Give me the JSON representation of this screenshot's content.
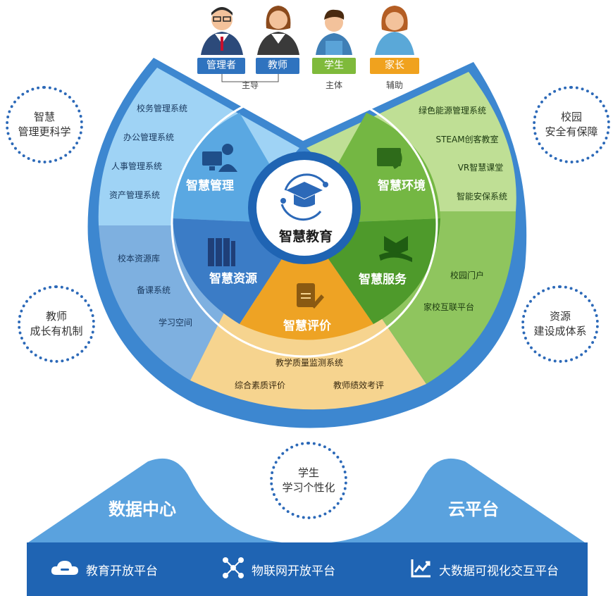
{
  "roles": [
    {
      "label": "管理者",
      "color": "#2f73bf"
    },
    {
      "label": "教师",
      "color": "#2f73bf"
    },
    {
      "label": "学生",
      "color": "#7fba3b"
    },
    {
      "label": "家长",
      "color": "#f0a21e"
    }
  ],
  "role_notes": {
    "leader": "主导",
    "main": "主体",
    "assist": "辅助"
  },
  "center": {
    "title": "智慧教育"
  },
  "segments": {
    "management": {
      "title": "智慧管理",
      "items": [
        "校务管理系统",
        "办公管理系统",
        "人事管理系统",
        "资产管理系统"
      ]
    },
    "resources": {
      "title": "智慧资源",
      "items": [
        "校本资源库",
        "备课系统",
        "学习空间"
      ]
    },
    "evaluation": {
      "title": "智慧评价",
      "items": [
        "教学质量监测系统",
        "综合素质评价",
        "教师绩效考评"
      ]
    },
    "service": {
      "title": "智慧服务",
      "items": [
        "校园门户",
        "家校互联平台"
      ]
    },
    "environment": {
      "title": "智慧环境",
      "items": [
        "绿色能源管理系统",
        "STEAM创客教室",
        "VR智慧课堂",
        "智能安保系统"
      ]
    }
  },
  "bubbles": {
    "top_left": [
      "智慧",
      "管理更科学"
    ],
    "mid_left": [
      "教师",
      "成长有机制"
    ],
    "top_right": [
      "校园",
      "安全有保障"
    ],
    "mid_right": [
      "资源",
      "建设成体系"
    ],
    "bottom": [
      "学生",
      "学习个性化"
    ]
  },
  "bottom": {
    "left_title": "数据中心",
    "right_title": "云平台",
    "platforms": [
      {
        "label": "教育开放平台",
        "icon": "cloud-icon"
      },
      {
        "label": "物联网开放平台",
        "icon": "network-icon"
      },
      {
        "label": "大数据可视化交互平台",
        "icon": "chart-icon"
      }
    ]
  },
  "colors": {
    "blue_dark": "#2c69b8",
    "blue": "#4a8fd6",
    "blue_light": "#8fc9f0",
    "green": "#74b743",
    "green_dark": "#4e9a2b",
    "green_light": "#b9dc8c",
    "orange": "#eea324",
    "orange_light": "#f6d48f",
    "base_blue": "#1f64b3"
  }
}
